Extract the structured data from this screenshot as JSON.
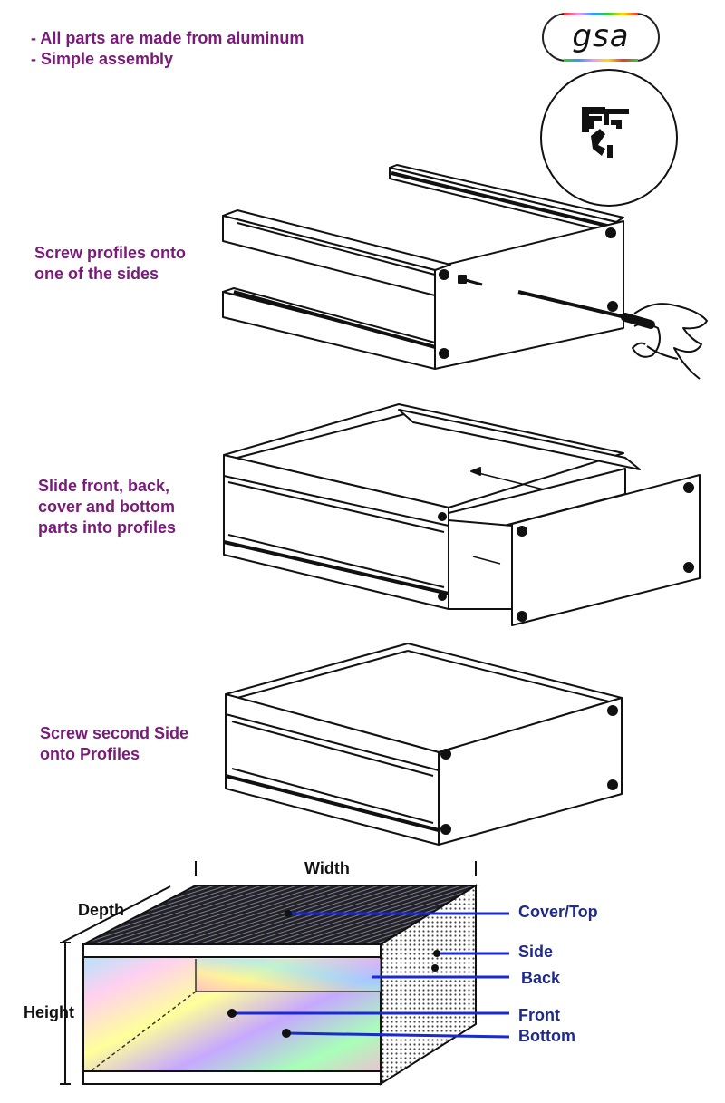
{
  "intro": {
    "line1": "- All parts are made from aluminum",
    "line2": "- Simple assembly"
  },
  "logo": {
    "text": "gsa"
  },
  "steps": [
    {
      "line1": "Screw profiles onto",
      "line2": "one of the sides"
    },
    {
      "line1": "Slide front, back,",
      "line2": "cover and bottom",
      "line3": "parts into profiles"
    },
    {
      "line1": "Screw second Side",
      "line2": "onto Profiles"
    }
  ],
  "diagram": {
    "dimensions": {
      "width": "Width",
      "depth": "Depth",
      "height": "Height"
    },
    "parts": [
      "Cover/Top",
      "Side",
      "Back",
      "Front",
      "Bottom"
    ]
  },
  "colors": {
    "text_purple": "#7a1a7a",
    "label_blue": "#1f2a8c",
    "leader_blue": "#1a2ad0"
  }
}
